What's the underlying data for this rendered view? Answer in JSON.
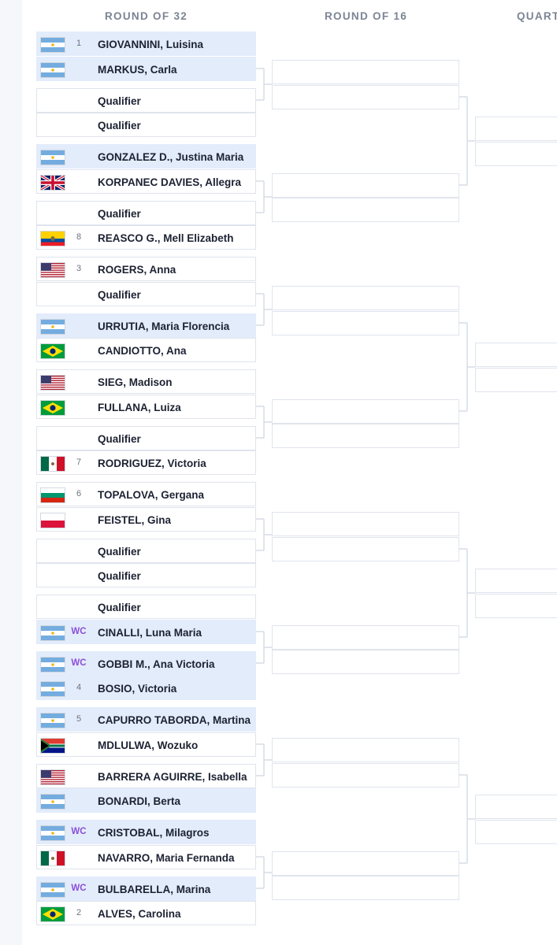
{
  "rounds": [
    "ROUND OF 32",
    "ROUND OF 16",
    "QUART"
  ],
  "colors": {
    "highlight_row": "#e3ecfb",
    "wildcard": "#8c4ed9",
    "connector": "#d6dce6",
    "round_title": "#7b8493"
  },
  "players": [
    {
      "name": "GIOVANNINI, Luisina",
      "seed": "1",
      "flag": "arg",
      "hl": true
    },
    {
      "name": "MARKUS, Carla",
      "seed": "",
      "flag": "arg",
      "hl": true
    },
    {
      "name": "Qualifier",
      "seed": "",
      "flag": "",
      "hl": false
    },
    {
      "name": "Qualifier",
      "seed": "",
      "flag": "",
      "hl": false
    },
    {
      "name": "GONZALEZ D., Justina Maria",
      "seed": "",
      "flag": "arg",
      "hl": true
    },
    {
      "name": "KORPANEC DAVIES, Allegra",
      "seed": "",
      "flag": "gbr",
      "hl": false
    },
    {
      "name": "Qualifier",
      "seed": "",
      "flag": "",
      "hl": false
    },
    {
      "name": "REASCO G., Mell Elizabeth",
      "seed": "8",
      "flag": "ecu",
      "hl": false
    },
    {
      "name": "ROGERS, Anna",
      "seed": "3",
      "flag": "usa",
      "hl": false
    },
    {
      "name": "Qualifier",
      "seed": "",
      "flag": "",
      "hl": false
    },
    {
      "name": "URRUTIA, Maria Florencia",
      "seed": "",
      "flag": "arg",
      "hl": true
    },
    {
      "name": "CANDIOTTO, Ana",
      "seed": "",
      "flag": "bra",
      "hl": false
    },
    {
      "name": "SIEG, Madison",
      "seed": "",
      "flag": "usa",
      "hl": false
    },
    {
      "name": "FULLANA, Luiza",
      "seed": "",
      "flag": "bra",
      "hl": false
    },
    {
      "name": "Qualifier",
      "seed": "",
      "flag": "",
      "hl": false
    },
    {
      "name": "RODRIGUEZ, Victoria",
      "seed": "7",
      "flag": "mex",
      "hl": false
    },
    {
      "name": "TOPALOVA, Gergana",
      "seed": "6",
      "flag": "bul",
      "hl": false
    },
    {
      "name": "FEISTEL, Gina",
      "seed": "",
      "flag": "pol",
      "hl": false
    },
    {
      "name": "Qualifier",
      "seed": "",
      "flag": "",
      "hl": false
    },
    {
      "name": "Qualifier",
      "seed": "",
      "flag": "",
      "hl": false
    },
    {
      "name": "Qualifier",
      "seed": "",
      "flag": "",
      "hl": false
    },
    {
      "name": "CINALLI, Luna Maria",
      "seed": "WC",
      "flag": "arg",
      "hl": true
    },
    {
      "name": "GOBBI M., Ana Victoria",
      "seed": "WC",
      "flag": "arg",
      "hl": true
    },
    {
      "name": "BOSIO, Victoria",
      "seed": "4",
      "flag": "arg",
      "hl": true
    },
    {
      "name": "CAPURRO TABORDA, Martina",
      "seed": "5",
      "flag": "arg",
      "hl": true
    },
    {
      "name": "MDLULWA, Wozuko",
      "seed": "",
      "flag": "rsa",
      "hl": false
    },
    {
      "name": "BARRERA AGUIRRE, Isabella",
      "seed": "",
      "flag": "usa",
      "hl": false
    },
    {
      "name": "BONARDI, Berta",
      "seed": "",
      "flag": "arg",
      "hl": true
    },
    {
      "name": "CRISTOBAL, Milagros",
      "seed": "WC",
      "flag": "arg",
      "hl": true
    },
    {
      "name": "NAVARRO, Maria Fernanda",
      "seed": "",
      "flag": "mex",
      "hl": false
    },
    {
      "name": "BULBARELLA, Marina",
      "seed": "WC",
      "flag": "arg",
      "hl": true
    },
    {
      "name": "ALVES, Carolina",
      "seed": "2",
      "flag": "bra",
      "hl": false
    }
  ]
}
